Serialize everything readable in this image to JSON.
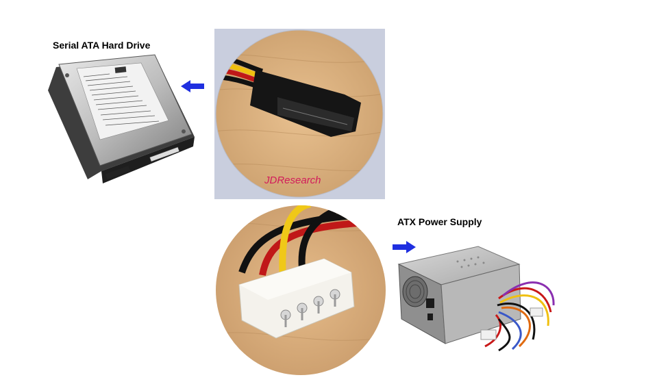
{
  "labels": {
    "hdd": "Serial ATA Hard Drive",
    "psu": "ATX Power Supply"
  },
  "watermark": "JDResearch",
  "icons": {
    "left_arrow": "arrow-left-icon",
    "right_arrow": "arrow-right-icon"
  },
  "colors": {
    "arrow": "#1f2fe0",
    "watermark": "#d21a5a",
    "photo_bg": "#c9cede"
  }
}
